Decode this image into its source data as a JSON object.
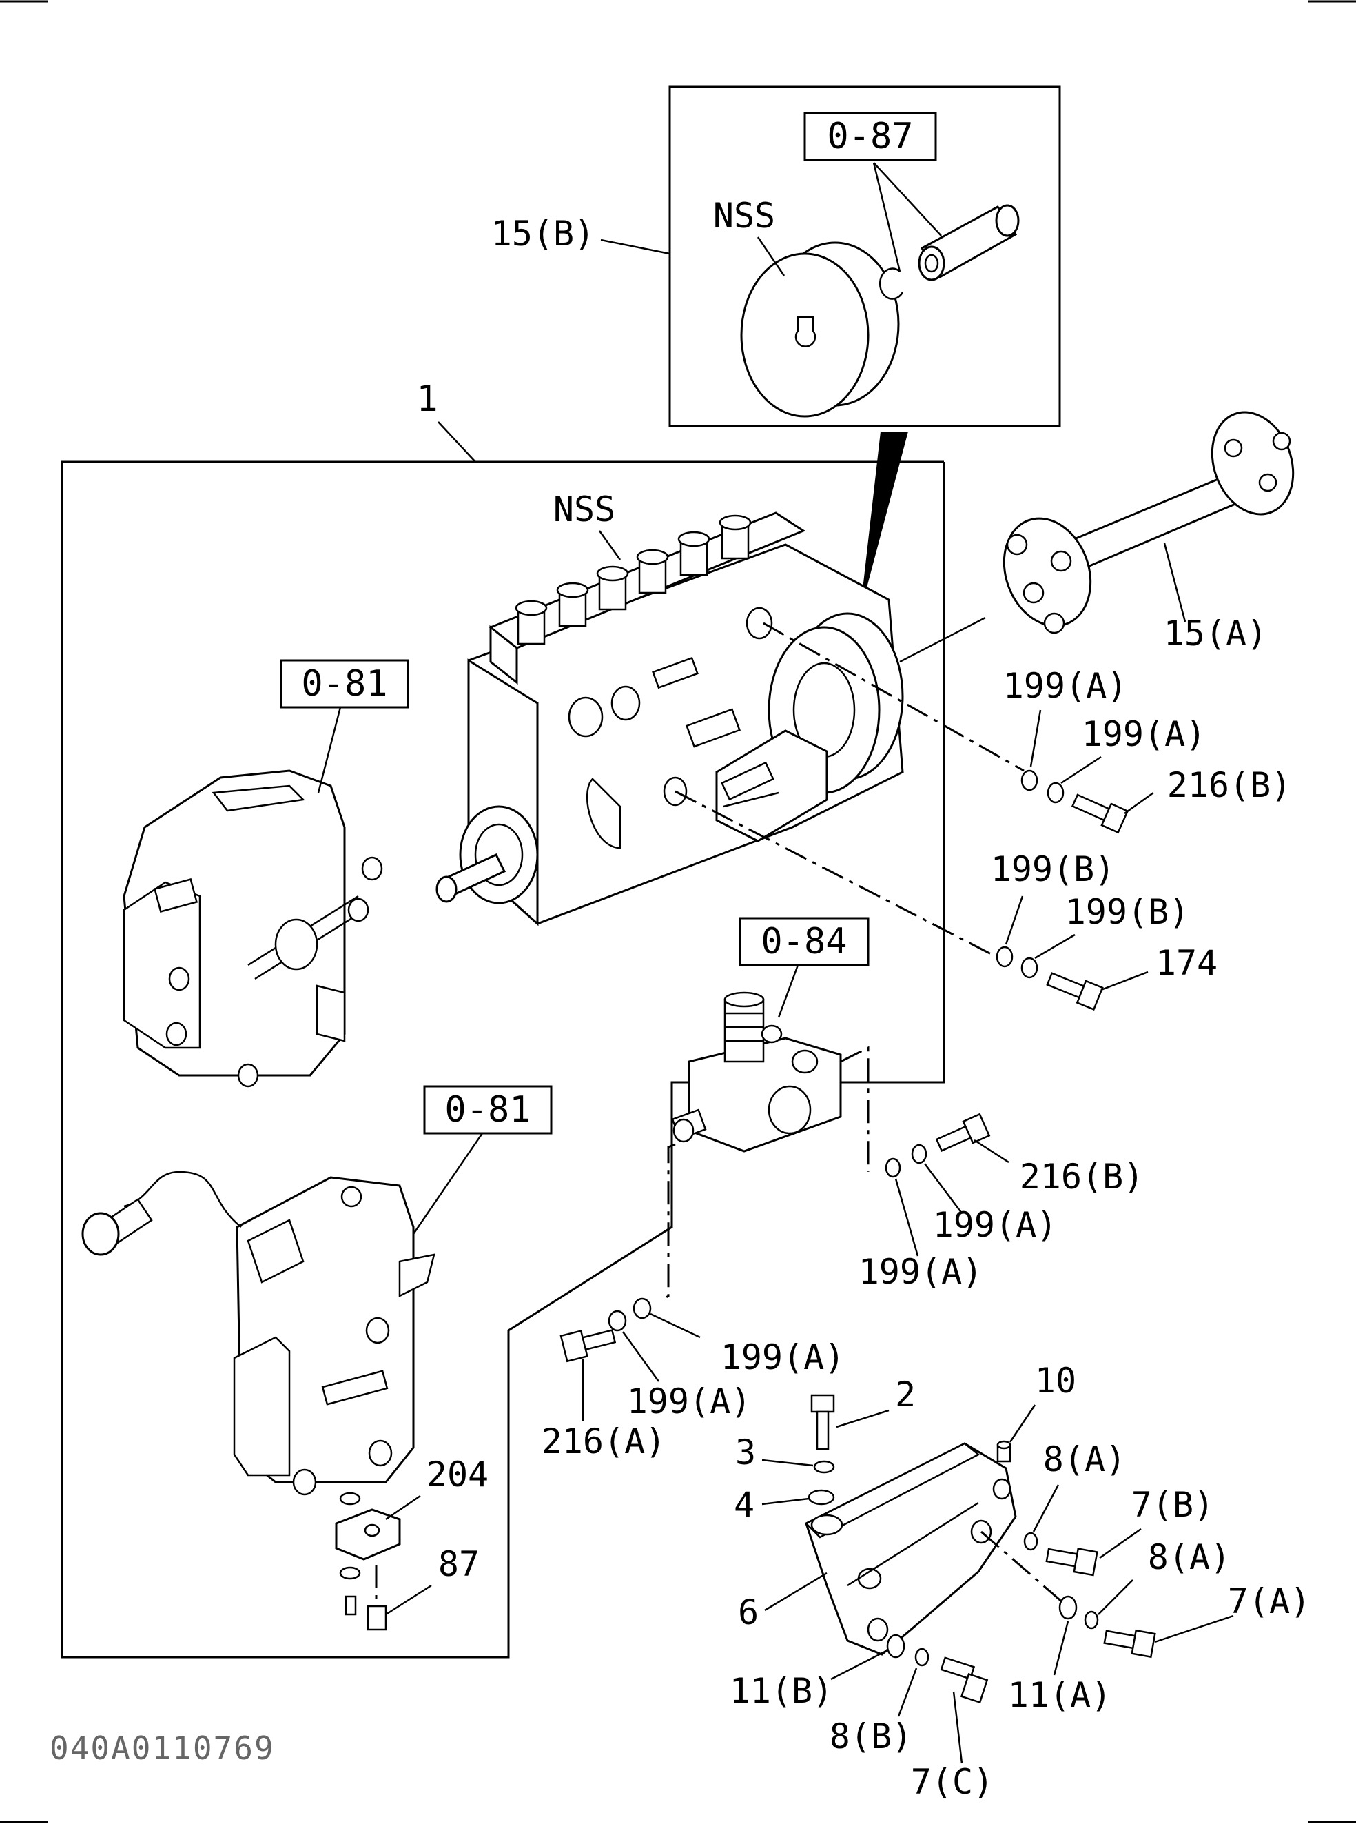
{
  "drawing_code": "040A0110769",
  "ref_boxes": {
    "inset": "0-87",
    "governor_upper": "0-81",
    "governor_lower": "0-81",
    "valve": "0-84"
  },
  "labels": {
    "l1": "1",
    "l15b": "15(B)",
    "l15a": "15(A)",
    "nss_inset": "NSS",
    "nss_pump": "NSS",
    "l199a_1": "199(A)",
    "l199a_2": "199(A)",
    "l216b_1": "216(B)",
    "l199b_1": "199(B)",
    "l199b_2": "199(B)",
    "l174": "174",
    "l216b_2": "216(B)",
    "l199a_3": "199(A)",
    "l199a_4": "199(A)",
    "l199a_5": "199(A)",
    "l199a_6": "199(A)",
    "l216a": "216(A)",
    "l2": "2",
    "l3": "3",
    "l4": "4",
    "l6": "6",
    "l10": "10",
    "l8a_1": "8(A)",
    "l7b": "7(B)",
    "l8a_2": "8(A)",
    "l7a": "7(A)",
    "l11b": "11(B)",
    "l8b": "8(B)",
    "l7c": "7(C)",
    "l11a": "11(A)",
    "l204": "204",
    "l87": "87"
  }
}
